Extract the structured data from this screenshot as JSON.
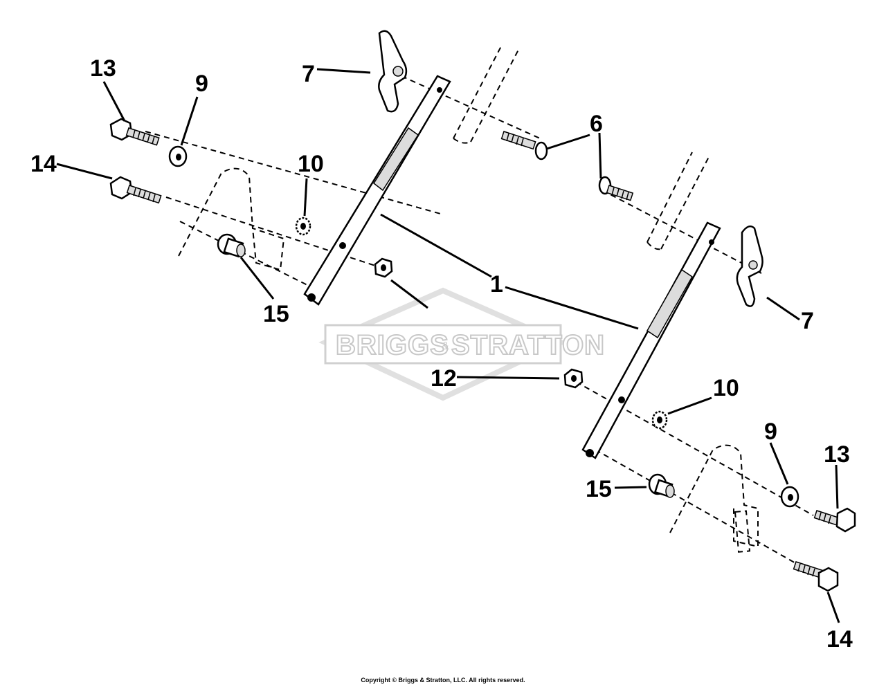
{
  "watermark": {
    "text_left": "BRIGGS",
    "text_amp": "&",
    "text_right": "STRATTON"
  },
  "callouts": [
    {
      "id": "13a",
      "label": "13"
    },
    {
      "id": "9a",
      "label": "9"
    },
    {
      "id": "7a",
      "label": "7"
    },
    {
      "id": "14a",
      "label": "14"
    },
    {
      "id": "10a",
      "label": "10"
    },
    {
      "id": "6",
      "label": "6"
    },
    {
      "id": "15a",
      "label": "15"
    },
    {
      "id": "1",
      "label": "1"
    },
    {
      "id": "7b",
      "label": "7"
    },
    {
      "id": "12",
      "label": "12"
    },
    {
      "id": "10b",
      "label": "10"
    },
    {
      "id": "9b",
      "label": "9"
    },
    {
      "id": "13b",
      "label": "13"
    },
    {
      "id": "15b",
      "label": "15"
    },
    {
      "id": "14b",
      "label": "14"
    }
  ],
  "footer": {
    "copyright": "Copyright © Briggs & Stratton, LLC. All rights reserved."
  }
}
